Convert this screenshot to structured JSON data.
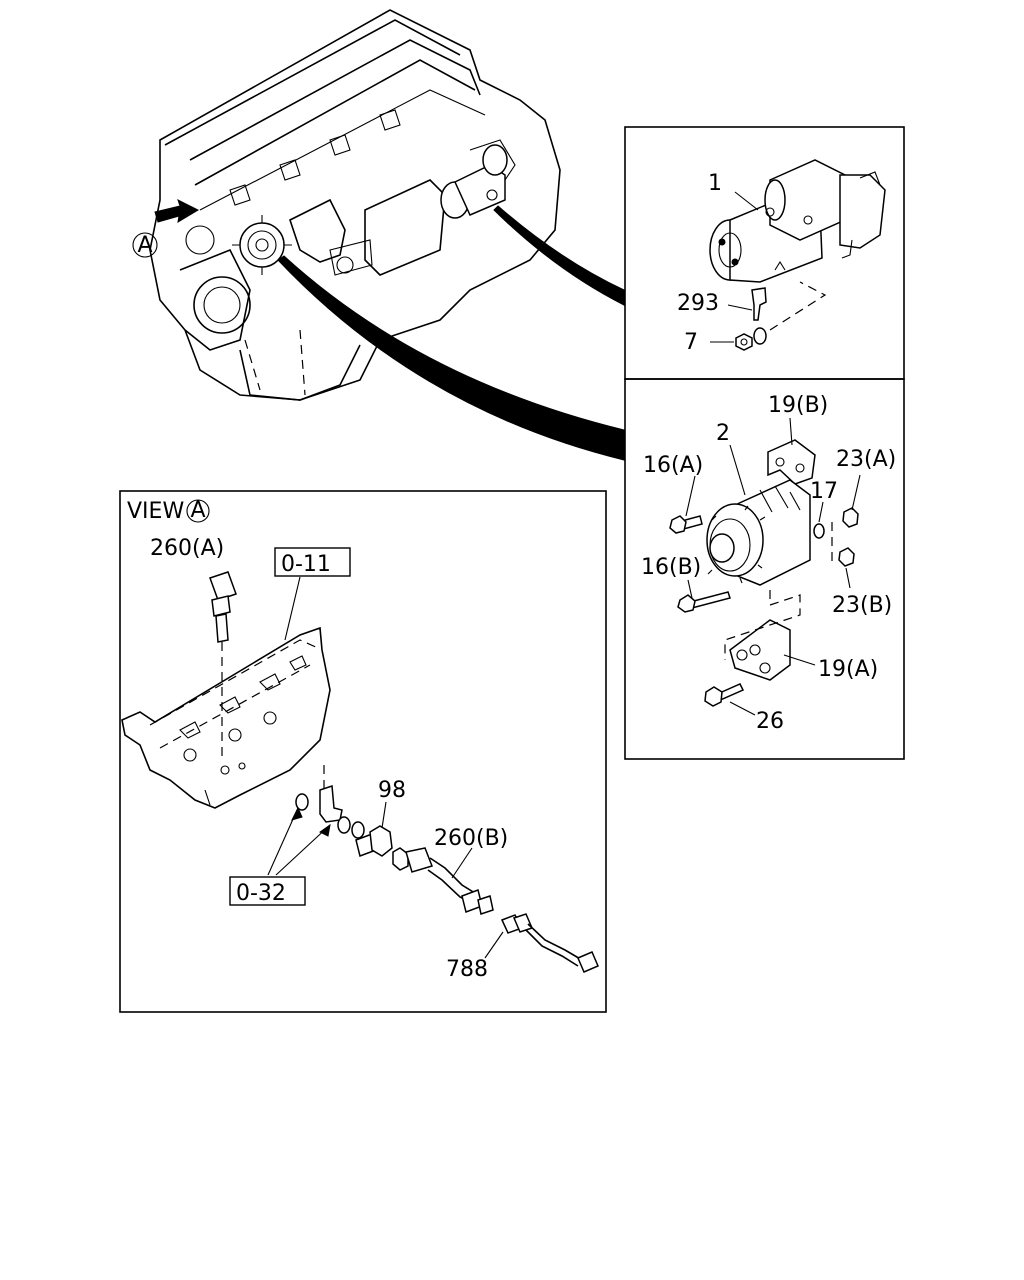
{
  "view_label": {
    "prefix": "VIEW",
    "circle": "A"
  },
  "engine_arrow_label": "A",
  "starter_panel": {
    "callouts": [
      "1",
      "293",
      "7"
    ]
  },
  "alternator_panel": {
    "callouts": [
      "19(B)",
      "2",
      "16(A)",
      "23(A)",
      "17",
      "16(B)",
      "23(B)",
      "19(A)",
      "26"
    ]
  },
  "view_a_panel": {
    "callouts": [
      "260(A)",
      "98",
      "260(B)",
      "788"
    ],
    "boxed_refs": [
      "0-11",
      "0-32"
    ]
  }
}
